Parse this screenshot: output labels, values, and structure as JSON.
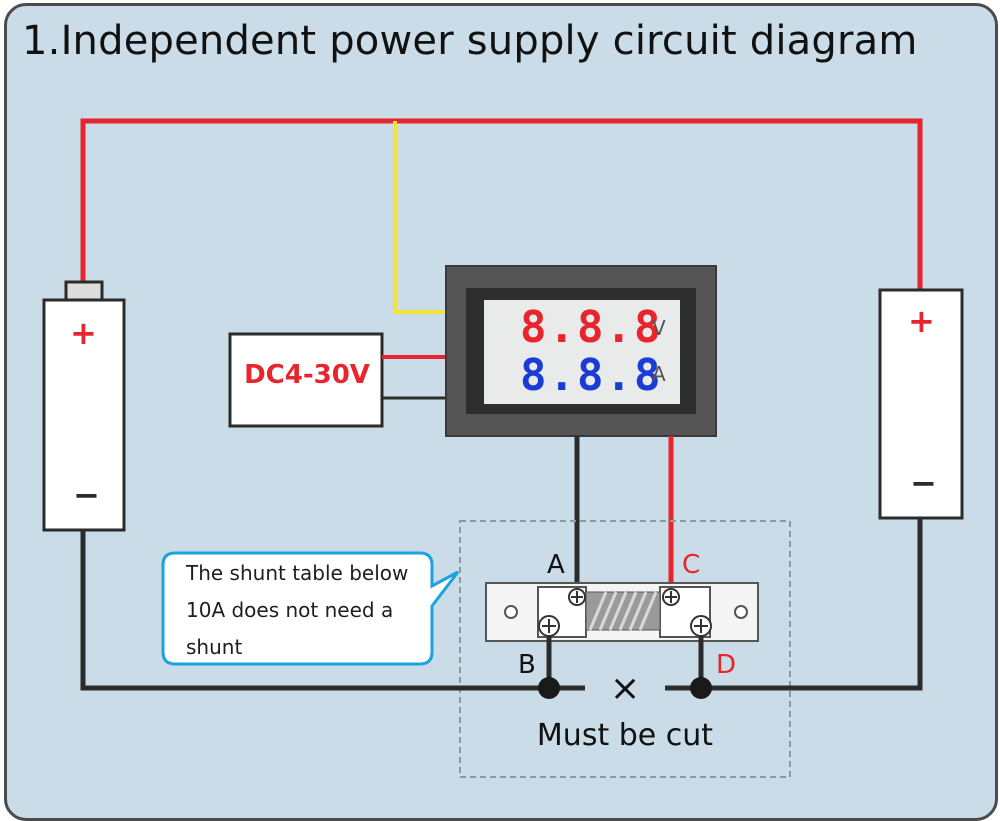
{
  "title": "1.Independent power supply circuit diagram",
  "supply_label": "DC4-30V",
  "display": {
    "voltage_reading": "8.8.8",
    "voltage_unit": "V",
    "current_reading": "8.8.8",
    "current_unit": "A"
  },
  "battery_left": {
    "plus": "+",
    "minus": "−"
  },
  "battery_right": {
    "plus": "+",
    "minus": "−"
  },
  "terminals": {
    "a": "A",
    "b": "B",
    "c": "C",
    "d": "D"
  },
  "note": "The shunt table below\n10A does not need a\nshunt",
  "cut_mark": "×",
  "cut_label": "Must be cut",
  "colors": {
    "red_wire": "#e8242c",
    "black_wire": "#2b2b2b",
    "yellow_wire": "#f4e23c",
    "blue_digits": "#1a3bd6",
    "red_digits": "#e8242c",
    "callout_border": "#1aa3e0"
  }
}
